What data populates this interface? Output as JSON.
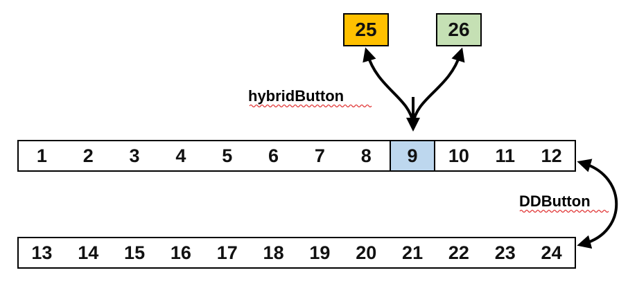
{
  "row_top": [
    "1",
    "2",
    "3",
    "4",
    "5",
    "6",
    "7",
    "8",
    "9",
    "10",
    "11",
    "12"
  ],
  "row_bottom": [
    "13",
    "14",
    "15",
    "16",
    "17",
    "18",
    "19",
    "20",
    "21",
    "22",
    "23",
    "24"
  ],
  "highlight_index": 8,
  "highlight_color": "#bdd7ee",
  "box_left": {
    "value": "25",
    "color": "#ffc000"
  },
  "box_right": {
    "value": "26",
    "color": "#c5e0b4"
  },
  "labels": {
    "hybrid": "hybridButton",
    "dd": "DDButton"
  }
}
